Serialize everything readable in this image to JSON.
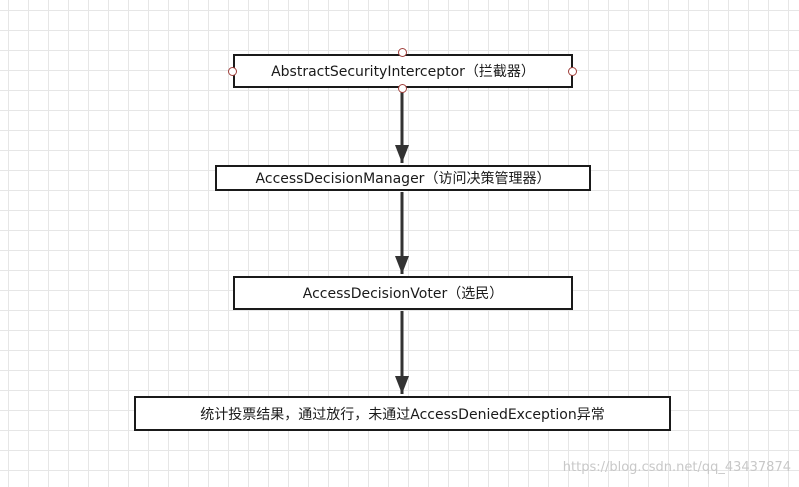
{
  "nodes": [
    {
      "label": "AbstractSecurityInterceptor（拦截器）"
    },
    {
      "label": "AccessDecisionManager（访问决策管理器）"
    },
    {
      "label": "AccessDecisionVoter（选民）"
    },
    {
      "label": "统计投票结果，通过放行，未通过AccessDeniedException异常"
    }
  ],
  "watermark": "https://blog.csdn.net/qq_43437874",
  "colors": {
    "line": "#333333",
    "border": "#1a1a1a",
    "handle": "#a0403c",
    "grid": "#e6e6e6"
  }
}
